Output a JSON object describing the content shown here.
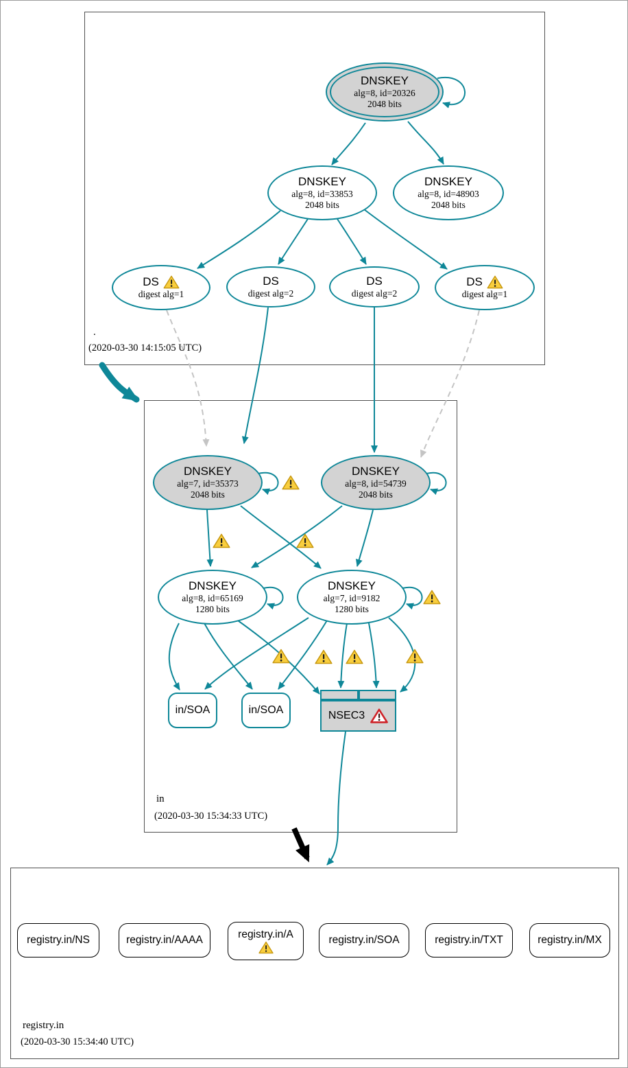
{
  "colors": {
    "accent_teal": "#0e8798",
    "node_fill_gray": "#d3d3d3",
    "warning_yellow": "#f9ce3e",
    "error_red": "#cf2127",
    "insecure_dashed_gray": "#c4c4c4"
  },
  "icons": {
    "warning": "warning-icon",
    "error": "error-icon"
  },
  "zones": {
    "root": {
      "label": ".",
      "timestamp": "(2020-03-30 14:15:05 UTC)",
      "ksk": {
        "type": "DNSKEY",
        "alg_id": "alg=8, id=20326",
        "bits": "2048 bits"
      },
      "zsk1": {
        "type": "DNSKEY",
        "alg_id": "alg=8, id=33853",
        "bits": "2048 bits"
      },
      "zsk2": {
        "type": "DNSKEY",
        "alg_id": "alg=8, id=48903",
        "bits": "2048 bits"
      },
      "ds1": {
        "type": "DS",
        "digest": "digest alg=1"
      },
      "ds2": {
        "type": "DS",
        "digest": "digest alg=2"
      },
      "ds3": {
        "type": "DS",
        "digest": "digest alg=2"
      },
      "ds4": {
        "type": "DS",
        "digest": "digest alg=1"
      }
    },
    "in": {
      "label": "in",
      "timestamp": "(2020-03-30 15:34:33 UTC)",
      "ksk_alg7": {
        "type": "DNSKEY",
        "alg_id": "alg=7, id=35373",
        "bits": "2048 bits"
      },
      "ksk_alg8": {
        "type": "DNSKEY",
        "alg_id": "alg=8, id=54739",
        "bits": "2048 bits"
      },
      "zsk_alg8": {
        "type": "DNSKEY",
        "alg_id": "alg=8, id=65169",
        "bits": "1280 bits"
      },
      "zsk_alg7": {
        "type": "DNSKEY",
        "alg_id": "alg=7, id=9182",
        "bits": "1280 bits"
      },
      "soa1": {
        "label": "in/SOA"
      },
      "soa2": {
        "label": "in/SOA"
      },
      "nsec3": {
        "label": "NSEC3"
      }
    },
    "registry": {
      "label": "registry.in",
      "timestamp": "(2020-03-30 15:34:40 UTC)",
      "rrsets": [
        {
          "label": "registry.in/NS"
        },
        {
          "label": "registry.in/AAAA"
        },
        {
          "label": "registry.in/A"
        },
        {
          "label": "registry.in/SOA"
        },
        {
          "label": "registry.in/TXT"
        },
        {
          "label": "registry.in/MX"
        }
      ]
    }
  }
}
